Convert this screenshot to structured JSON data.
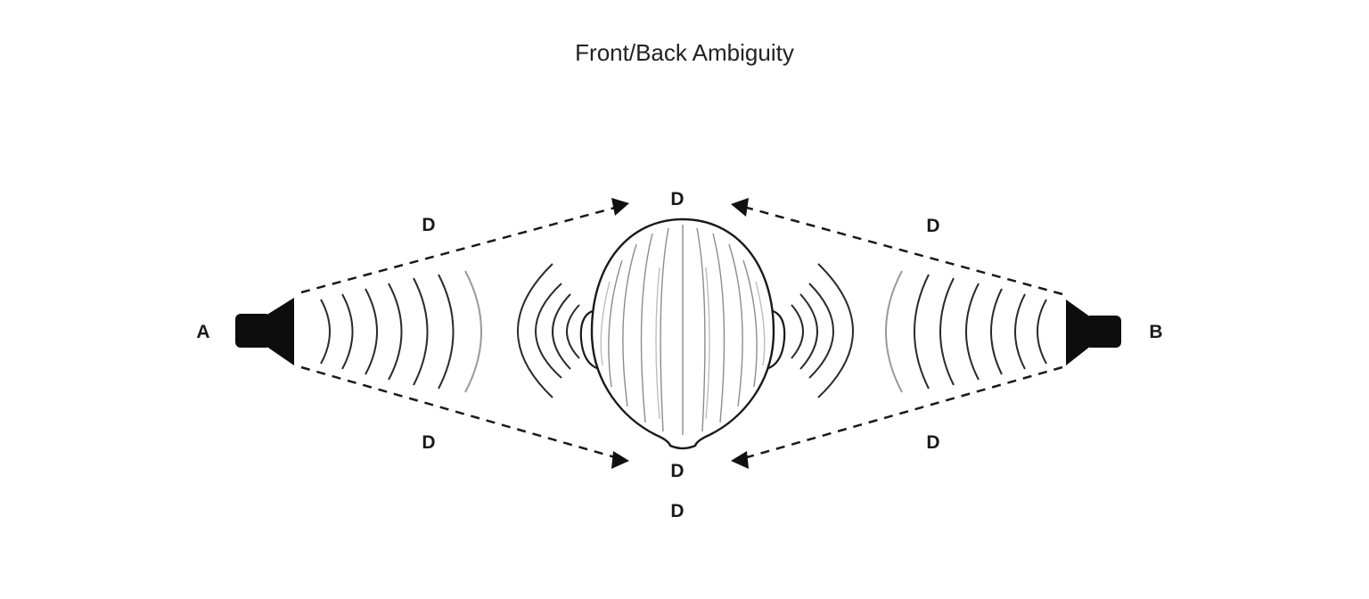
{
  "title": "Front/Back Ambiguity",
  "speakers": {
    "left": {
      "label": "A",
      "icon": "speaker-icon"
    },
    "right": {
      "label": "B",
      "icon": "speaker-icon"
    }
  },
  "distance_labels": {
    "top_left": "D",
    "top_center": "D",
    "top_right": "D",
    "bottom_left": "D",
    "bottom_right": "D",
    "bottom_center": "D",
    "bottom_center_2": "D"
  },
  "colors": {
    "line": "#1a1a1a",
    "wave_dark": "#2a2a2a",
    "wave_light": "#9a9a9a",
    "background": "#ffffff"
  }
}
